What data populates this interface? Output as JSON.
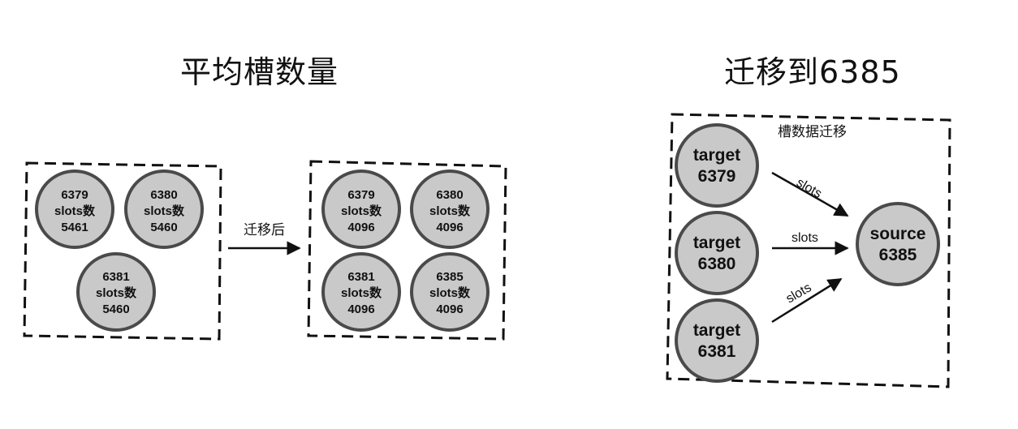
{
  "left": {
    "title": "平均槽数量",
    "arrow_label": "迁移后",
    "before_nodes": [
      {
        "port": "6379",
        "label": "slots数",
        "count": "5461"
      },
      {
        "port": "6380",
        "label": "slots数",
        "count": "5460"
      },
      {
        "port": "6381",
        "label": "slots数",
        "count": "5460"
      }
    ],
    "after_nodes": [
      {
        "port": "6379",
        "label": "slots数",
        "count": "4096"
      },
      {
        "port": "6380",
        "label": "slots数",
        "count": "4096"
      },
      {
        "port": "6381",
        "label": "slots数",
        "count": "4096"
      },
      {
        "port": "6385",
        "label": "slots数",
        "count": "4096"
      }
    ]
  },
  "right": {
    "title": "迁移到6385",
    "box_label": "槽数据迁移",
    "targets": [
      {
        "role": "target",
        "port": "6379"
      },
      {
        "role": "target",
        "port": "6380"
      },
      {
        "role": "target",
        "port": "6381"
      }
    ],
    "source": {
      "role": "source",
      "port": "6385"
    },
    "edge_labels": [
      "slots",
      "slots",
      "slots"
    ]
  }
}
